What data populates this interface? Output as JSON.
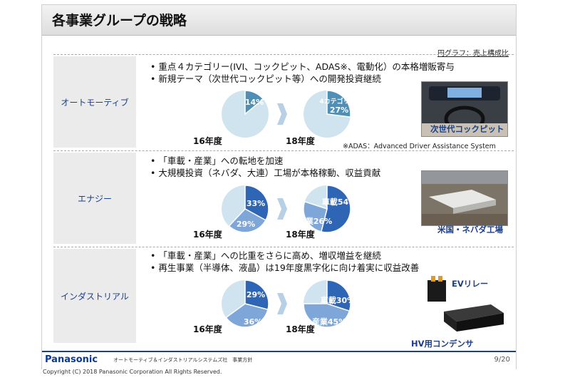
{
  "title": "各事業グループの戦略",
  "legend_note": "円グラフ：売上構成比",
  "fy_start": "16年度",
  "fy_end": "18年度",
  "segments": [
    {
      "name": "オートモーティブ",
      "bullets": [
        "重点４カテゴリー(IVI、コックピット、ADAS※、電動化）の本格増販寄与",
        "新規テーマ（次世代コックピット等）への開発投資継続"
      ],
      "pie16": [
        {
          "label": "14%",
          "value": 14
        }
      ],
      "pie18": [
        {
          "label": "4カテゴリー",
          "value": 27,
          "value_label": "27%"
        }
      ],
      "photo_caption": "次世代コックピット",
      "footnote": "※ADAS：Advanced  Driver Assistance System"
    },
    {
      "name": "エナジー",
      "bullets": [
        "「車載・産業」への転地を加速",
        "大規模投資（ネバダ、大連）工場が本格稼動、収益貢献"
      ],
      "pie16": [
        {
          "label": "33%",
          "value": 33
        },
        {
          "label": "29%",
          "value": 29
        }
      ],
      "pie18": [
        {
          "label": "車載",
          "value": 54,
          "value_label": "54%"
        },
        {
          "label": "産業",
          "value": 26,
          "value_label": "26%"
        }
      ],
      "photo_caption": "米国・ネバダ工場"
    },
    {
      "name": "インダストリアル",
      "bullets": [
        "「車載・産業」への比重をさらに高め、増収増益を継続",
        "再生事業（半導体、液晶）は19年度黒字化に向け着実に収益改善"
      ],
      "pie16": [
        {
          "label": "29%",
          "value": 29
        },
        {
          "label": "36%",
          "value": 36
        }
      ],
      "pie18": [
        {
          "label": "車載",
          "value": 30,
          "value_label": "30%"
        },
        {
          "label": "産業",
          "value": 45,
          "value_label": "45%"
        }
      ],
      "photo_caption": "HV用コンデンサ",
      "photo_caption2": "EVリレー"
    }
  ],
  "footer": {
    "logo": "Panasonic",
    "text": "オートモーティブ＆インダストリアルシステムズ社　事業方針",
    "page": "9/20"
  },
  "copyright": "Copyright (C) 2018 Panasonic Corporation All Rights Reserved.",
  "colors": {
    "base": "#cfe4ee",
    "accent1": "#2e66b5",
    "accent2": "#7fa6d9",
    "accent_light": "#4f8fb5",
    "brand": "#1a3f8c"
  }
}
